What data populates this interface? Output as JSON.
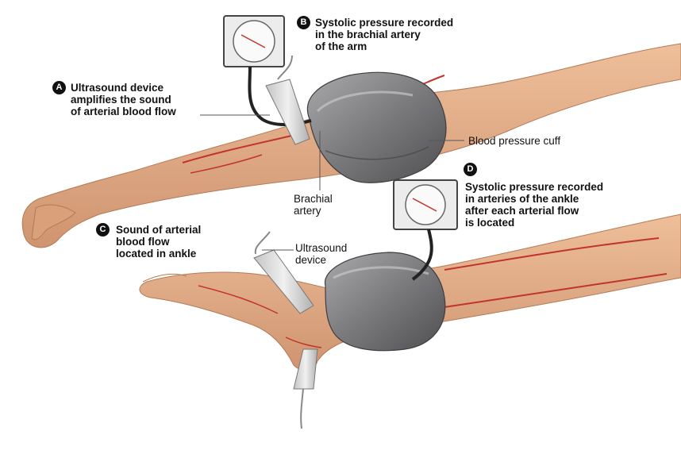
{
  "callouts": {
    "a": {
      "letter": "A",
      "lines": [
        "Ultrasound device",
        "amplifies the sound",
        "of arterial blood flow"
      ]
    },
    "b": {
      "letter": "B",
      "lines": [
        "Systolic pressure recorded",
        "in the brachial artery",
        "of the arm"
      ]
    },
    "c": {
      "letter": "C",
      "lines": [
        "Sound of arterial",
        "blood flow",
        "located in ankle"
      ]
    },
    "d": {
      "letter": "D",
      "lines": [
        "Systolic pressure recorded",
        "in arteries of the ankle",
        "after each arterial flow",
        "is located"
      ]
    }
  },
  "labels": {
    "cuff": "Blood pressure cuff",
    "brachial": [
      "Brachial",
      "artery"
    ],
    "ultrasound": [
      "Ultrasound",
      "device"
    ]
  },
  "colors": {
    "skin": "#e3b08a",
    "skin_shadow": "#c98d66",
    "artery": "#c0342c",
    "cuff": "#8a8a8c",
    "cuff_dark": "#5f5f62",
    "gauge_face": "#f2f2f2",
    "probe": "#d9d9d9"
  }
}
